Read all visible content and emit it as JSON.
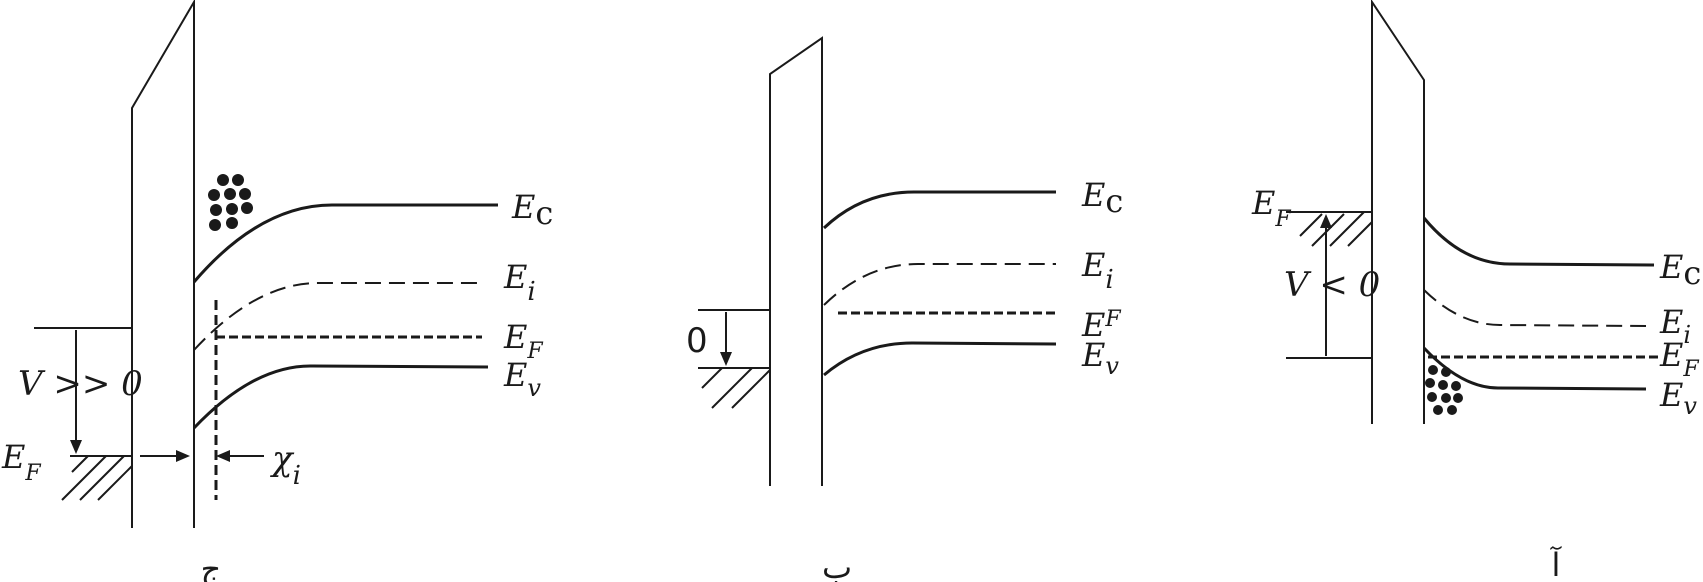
{
  "panels": [
    {
      "id": "j",
      "caption": "ج",
      "bias_label": "V >> 0",
      "fermi_label": {
        "base": "E",
        "sub": "F"
      },
      "band_labels": {
        "ec": {
          "base": "E",
          "sub": "c"
        },
        "ei": {
          "base": "E",
          "sub": "i"
        },
        "ef": {
          "base": "E",
          "sub": "F"
        },
        "ev": {
          "base": "E",
          "sub": "v"
        }
      },
      "depth_label": {
        "base": "χ",
        "sub": "i"
      }
    },
    {
      "id": "b",
      "caption": "ب",
      "bias_label": "0",
      "band_labels": {
        "ec": {
          "base": "E",
          "sub": "c"
        },
        "ei": {
          "base": "E",
          "sub": "i"
        },
        "ef": {
          "base": "E",
          "sub": "F"
        },
        "ev": {
          "base": "E",
          "sub": "v"
        }
      }
    },
    {
      "id": "a",
      "caption": "آ",
      "bias_label": "V < 0",
      "fermi_label": {
        "base": "E",
        "sub": "F"
      },
      "band_labels": {
        "ec": {
          "base": "E",
          "sub": "c"
        },
        "ei": {
          "base": "E",
          "sub": "i"
        },
        "ef": {
          "base": "E",
          "sub": "F"
        },
        "ev": {
          "base": "E",
          "sub": "v"
        }
      }
    }
  ]
}
